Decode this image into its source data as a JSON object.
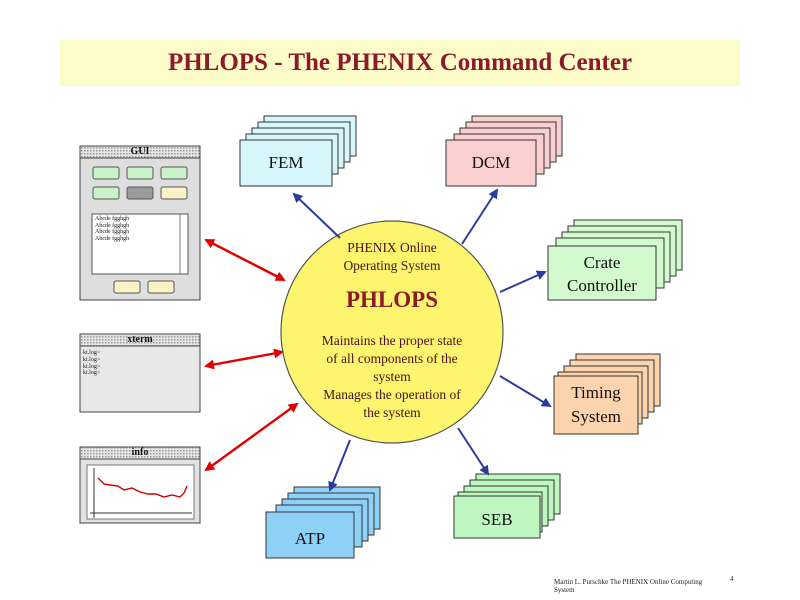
{
  "title": "PHLOPS - The PHENIX Command Center",
  "center": {
    "subtitle_line1": "PHENIX Online",
    "subtitle_line2": "Operating System",
    "name": "PHLOPS",
    "desc_line1": "Maintains the proper state",
    "desc_line2": "of all components of the",
    "desc_line3": "system",
    "desc_line4": "Manages the operation of",
    "desc_line5": "the system"
  },
  "nodes": {
    "fem": "FEM",
    "dcm": "DCM",
    "crate_line1": "Crate",
    "crate_line2": "Controller",
    "timing_line1": "Timing",
    "timing_line2": "System",
    "seb": "SEB",
    "atp": "ATP"
  },
  "windows": {
    "gui_title": "GUI",
    "gui_text": [
      "Abcde fgghgh",
      "Abcde fgghgh",
      "Abcde fgghgh",
      "Abcde fgghgh"
    ],
    "xterm_title": "xterm",
    "xterm_lines": [
      "ki.log>",
      "ki.log>",
      "ki.log>",
      "ki.log>"
    ],
    "info_title": "info"
  },
  "footer": {
    "credit": "Martin L. Purschke The PHENIX Online Computing System",
    "page": "4"
  },
  "colors": {
    "fem": "#d6f6fb",
    "dcm": "#f9cfcf",
    "crate": "#d3f9cf",
    "timing": "#fbd3ad",
    "seb": "#bff7c0",
    "atp": "#8fd0f7",
    "circle": "#fdf56e",
    "arrow_blue": "#2b3d9c",
    "arrow_red": "#e00000",
    "title_bg": "#fdfbc8",
    "title_text": "#8b1a2b"
  }
}
